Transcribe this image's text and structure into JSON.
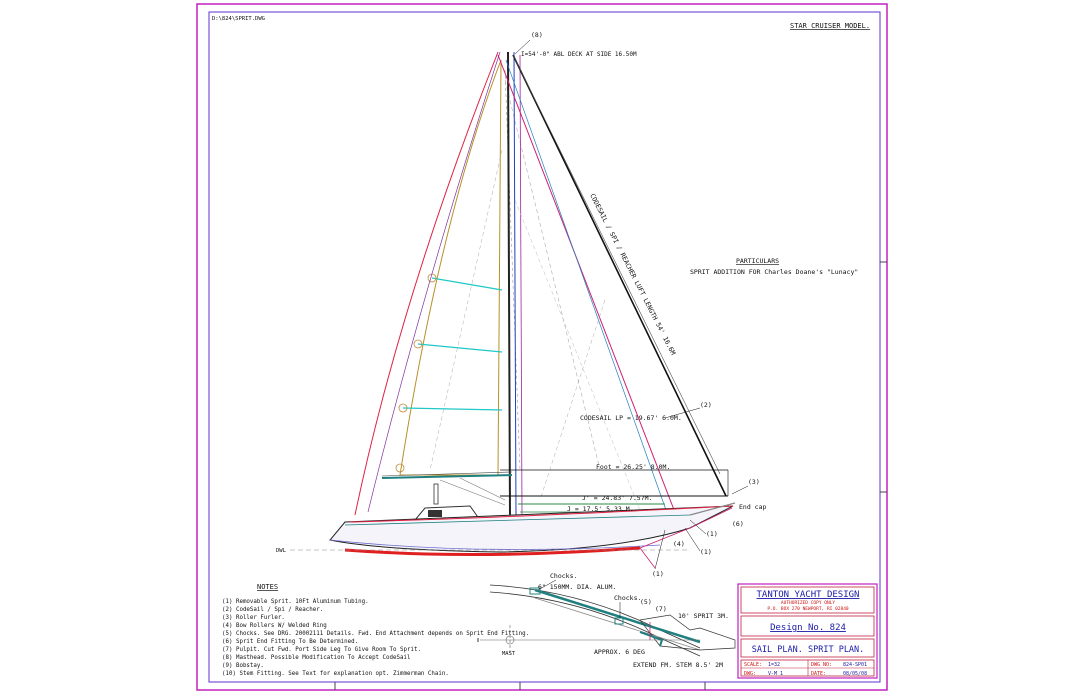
{
  "title_block": {
    "firm": "TANTON YACHT DESIGN",
    "firm_sub1": "AUTHORIZED COPY ONLY",
    "firm_sub2": "P.O. BOX 270 NEWPORT, RI 02840",
    "design": "Design No. 824",
    "drawing": "SAIL PLAN. SPRIT PLAN.",
    "scale_label": "SCALE:",
    "scale_value": "1=32",
    "dwg_label": "DWG:",
    "dwg_value": "V-M 1",
    "dwgno_label": "DWG NO:",
    "dwgno_value": "824-SP01",
    "date_label": "DATE:",
    "date_value": "08/05/08"
  },
  "header": {
    "model": "STAR CRUISER MODEL.",
    "file_ref": "D:\\824\\SPRIT.DWG"
  },
  "particulars": {
    "heading": "PARTICULARS",
    "text": "SPRIT ADDITION FOR Charles Doane's \"Lunacy\""
  },
  "labels": {
    "masthead_ref": "(8)",
    "masthead_height": "I=54'-0\" ABL DECK  AT SIDE 16.50M",
    "luff": "CODESAIL / SPI / REACHER LUFT LENGTH 54' 16.6M",
    "lp": "CODESAIL LP = 19.67' 6.0M.",
    "foot": "Foot = 26.25' 8.0M.",
    "j_prime": "J' = 24.83' 7.57M.",
    "j": "J = 17.5' 5.33 M.",
    "ref_2": "(2)",
    "ref_3": "(3)",
    "end_cap": "End cap",
    "ref_6": "(6)",
    "ref_1a": "(1)",
    "ref_4": "(4)",
    "ref_1b": "(1)",
    "ref_1c": "(1)",
    "dwl": "DWL"
  },
  "notes": {
    "heading": "NOTES",
    "items": [
      "(1) Removable Sprit. 10Ft Aluminum Tubing.",
      "(2) CodeSail / Spi / Reacher.",
      "(3) Roller Furler.",
      "(4) Bow Rollers W/ Welded Ring",
      "(5) Chocks. See DRG. 20002111 Details. Fwd. End Attachment depends on Sprit End Fitting.",
      "(6) Sprit End Fitting To Be Determined.",
      "(7) Pulpit. Cut Fwd. Port Side Leg To Give Room To Sprit.",
      "(8) Masthead. Possible Modification To Accept CodeSail",
      "(9) Bobstay.",
      "(10) Stem Fitting. See Text for explanation opt. Zimmerman Chain."
    ]
  },
  "detail": {
    "chocks_top": "Chocks.",
    "tube": "6\" 150MM. DIA. ALUM.",
    "chocks_2": "Chocks.",
    "ref_5": "(5)",
    "sprit_len": "10' SPRIT 3M.",
    "ref_7": "(7)",
    "approx": "APPROX. 6 DEG",
    "mast": "MAST",
    "extend": "EXTEND FM. STEM 8.5'  2M"
  },
  "colors": {
    "border": "#c020c0",
    "title_text": "#1a1aa8",
    "red_text": "#d01010",
    "sail_outline": "#b8902a",
    "battens": "#20c8c8",
    "hull_stripe": "#e02020",
    "spi_red": "#e02040"
  }
}
